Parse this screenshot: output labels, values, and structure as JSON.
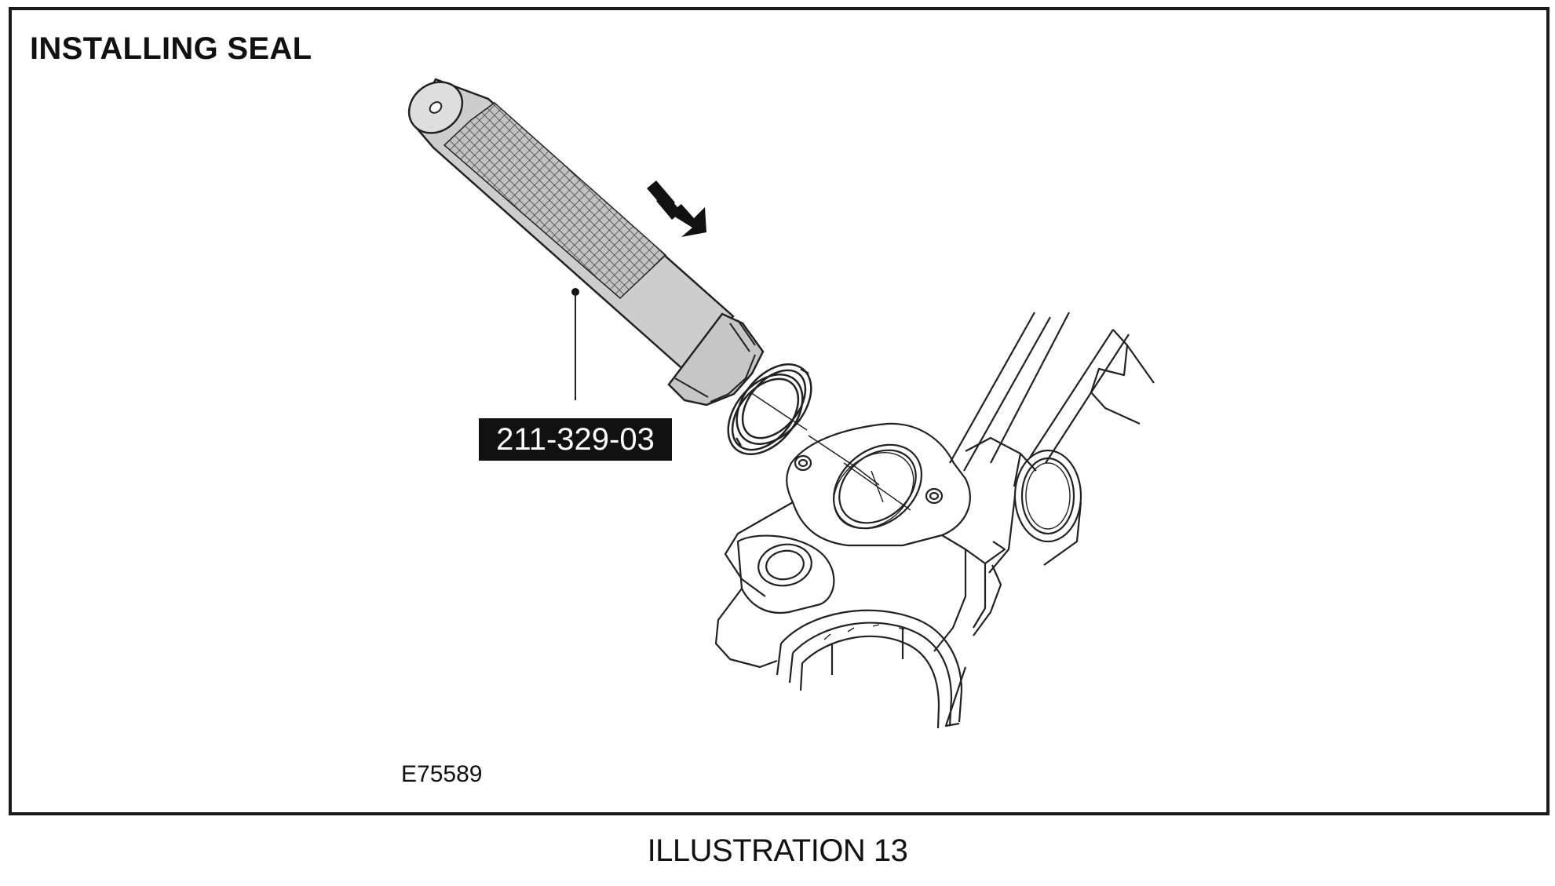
{
  "figure": {
    "title": "INSTALLING SEAL",
    "tool_number": "211-329-03",
    "image_code": "E75589",
    "caption": "ILLUSTRATION 13"
  },
  "colors": {
    "frame": "#1a1a1a",
    "tool_fill": "#cfcfcf",
    "knurl_fill": "#b8b8b8",
    "callout_bg": "#111111",
    "callout_text": "#ffffff",
    "line_art": "#222222"
  },
  "icons": [
    "direction-arrow-icon"
  ]
}
